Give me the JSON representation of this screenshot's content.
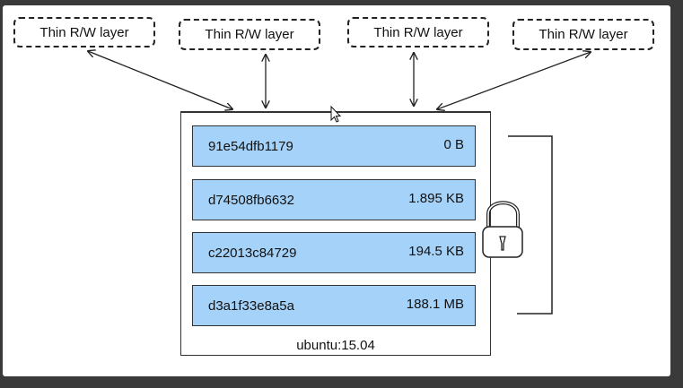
{
  "rw_layers": [
    {
      "label": "Thin R/W layer"
    },
    {
      "label": "Thin R/W layer"
    },
    {
      "label": "Thin R/W layer"
    },
    {
      "label": "Thin R/W layer"
    }
  ],
  "image": {
    "layers": [
      {
        "id": "91e54dfb1179",
        "size": "0 B"
      },
      {
        "id": "d74508fb6632",
        "size": "1.895 KB"
      },
      {
        "id": "c22013c84729",
        "size": "194.5 KB"
      },
      {
        "id": "d3a1f33e8a5a",
        "size": "188.1 MB"
      }
    ],
    "base_label": "ubuntu:15.04"
  },
  "icons": {
    "lock": "lock-icon",
    "cursor": "mouse-cursor-icon"
  }
}
